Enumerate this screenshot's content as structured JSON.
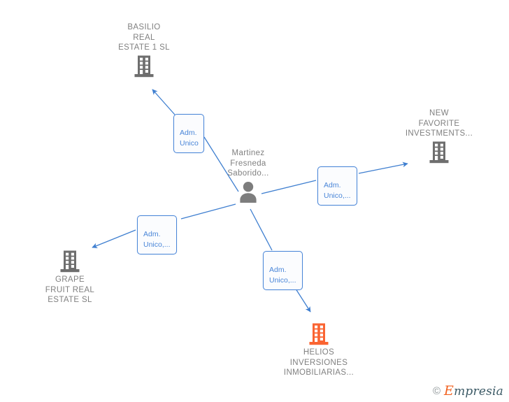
{
  "graph": {
    "background_color": "#ffffff",
    "edge_color": "#3f7fd0",
    "node_label_color": "#808080",
    "company_icon_color": "#6e6e6e",
    "company_icon_highlight_color": "#fa6432",
    "person_icon_color": "#7d7d7d",
    "chip_border_color": "#4a86d8",
    "chip_text_color": "#4a86d8"
  },
  "center": {
    "name": "person-node",
    "label": "Martinez\nFresneda\nSaborido...",
    "icon": "person-icon",
    "icon_color": "#7d7d7d"
  },
  "companies": [
    {
      "name": "basilio-real-estate",
      "label": "BASILIO\nREAL\nESTATE 1  SL",
      "icon": "building-icon",
      "icon_color": "#6e6e6e",
      "caption_position": "above"
    },
    {
      "name": "new-favorite-investments",
      "label": "NEW\nFAVORITE\nINVESTMENTS...",
      "icon": "building-icon",
      "icon_color": "#6e6e6e",
      "caption_position": "above"
    },
    {
      "name": "grape-fruit-real-estate",
      "label": "GRAPE\nFRUIT REAL\nESTATE  SL",
      "icon": "building-icon",
      "icon_color": "#6e6e6e",
      "caption_position": "below"
    },
    {
      "name": "helios-inversiones-inmobiliarias",
      "label": "HELIOS\nINVERSIONES\nINMOBILIARIAS...",
      "icon": "building-icon",
      "icon_color": "#fa6432",
      "caption_position": "below"
    }
  ],
  "relations": [
    {
      "name": "relation-to-basilio",
      "label": "Adm.\nUnico"
    },
    {
      "name": "relation-to-new-favorite",
      "label": "Adm.\nUnico,..."
    },
    {
      "name": "relation-to-grape-fruit",
      "label": "Adm.\nUnico,..."
    },
    {
      "name": "relation-to-helios",
      "label": "Adm.\nUnico,..."
    }
  ],
  "watermark": {
    "copyright_symbol": "©",
    "brand_initial": "E",
    "brand_rest": "mpresia"
  }
}
